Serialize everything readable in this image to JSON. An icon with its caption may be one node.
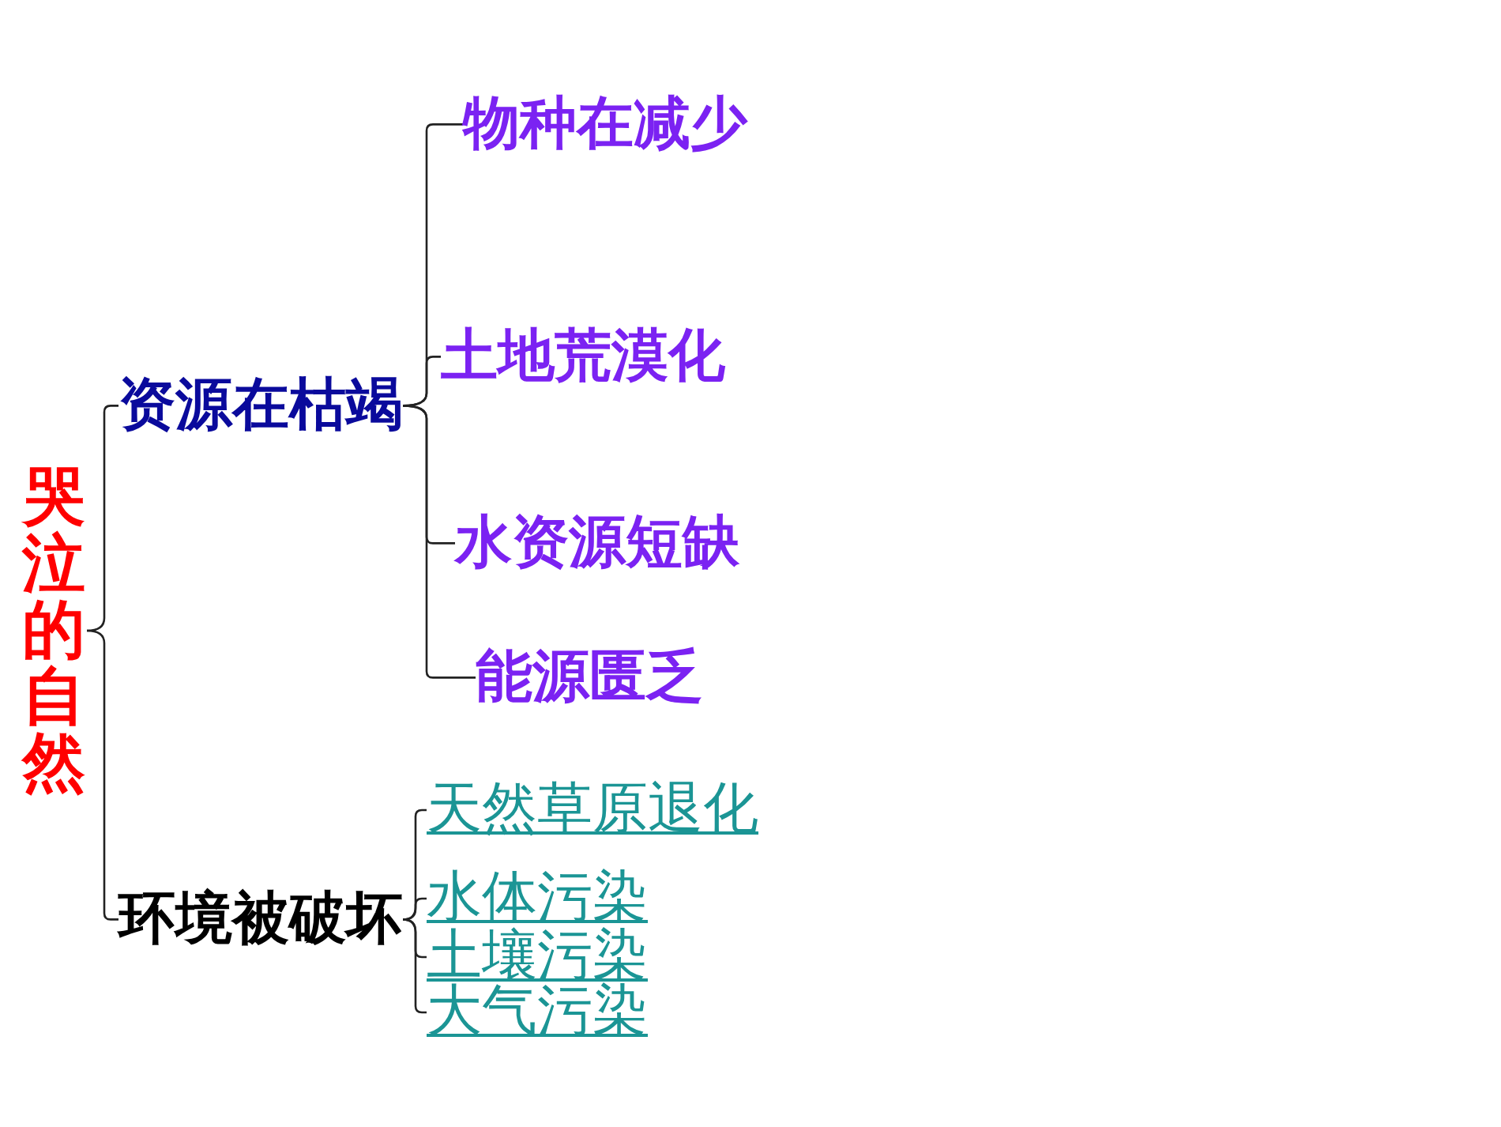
{
  "diagram": {
    "nodes": [
      {
        "text": [
          "哭泣的自然"
        ]
      },
      {
        "text": [
          "资源在枯竭"
        ]
      },
      {
        "text": [
          "物种在减少"
        ]
      },
      {
        "text": [
          "土地荒漠化"
        ]
      },
      {
        "text": [
          "水资源短缺"
        ]
      },
      {
        "text": [
          "能源匮乏"
        ]
      },
      {
        "text": [
          "环境被破坏"
        ]
      },
      {
        "text": [
          "天然草原退化"
        ]
      },
      {
        "text": [
          "水体污染"
        ]
      },
      {
        "text": [
          "土壤污染"
        ]
      },
      {
        "text": [
          "大气污染"
        ]
      }
    ],
    "edges": [
      {
        "from": 0,
        "to": 1,
        "arrow": "none"
      },
      {
        "from": 0,
        "to": 6,
        "arrow": "none"
      },
      {
        "from": 1,
        "to": 2,
        "arrow": "none"
      },
      {
        "from": 1,
        "to": 3,
        "arrow": "none"
      },
      {
        "from": 1,
        "to": 4,
        "arrow": "none"
      },
      {
        "from": 1,
        "to": 5,
        "arrow": "none"
      },
      {
        "from": 6,
        "to": 7,
        "arrow": "none"
      },
      {
        "from": 6,
        "to": 8,
        "arrow": "none"
      },
      {
        "from": 6,
        "to": 9,
        "arrow": "none"
      },
      {
        "from": 6,
        "to": 10,
        "arrow": "none"
      }
    ]
  }
}
